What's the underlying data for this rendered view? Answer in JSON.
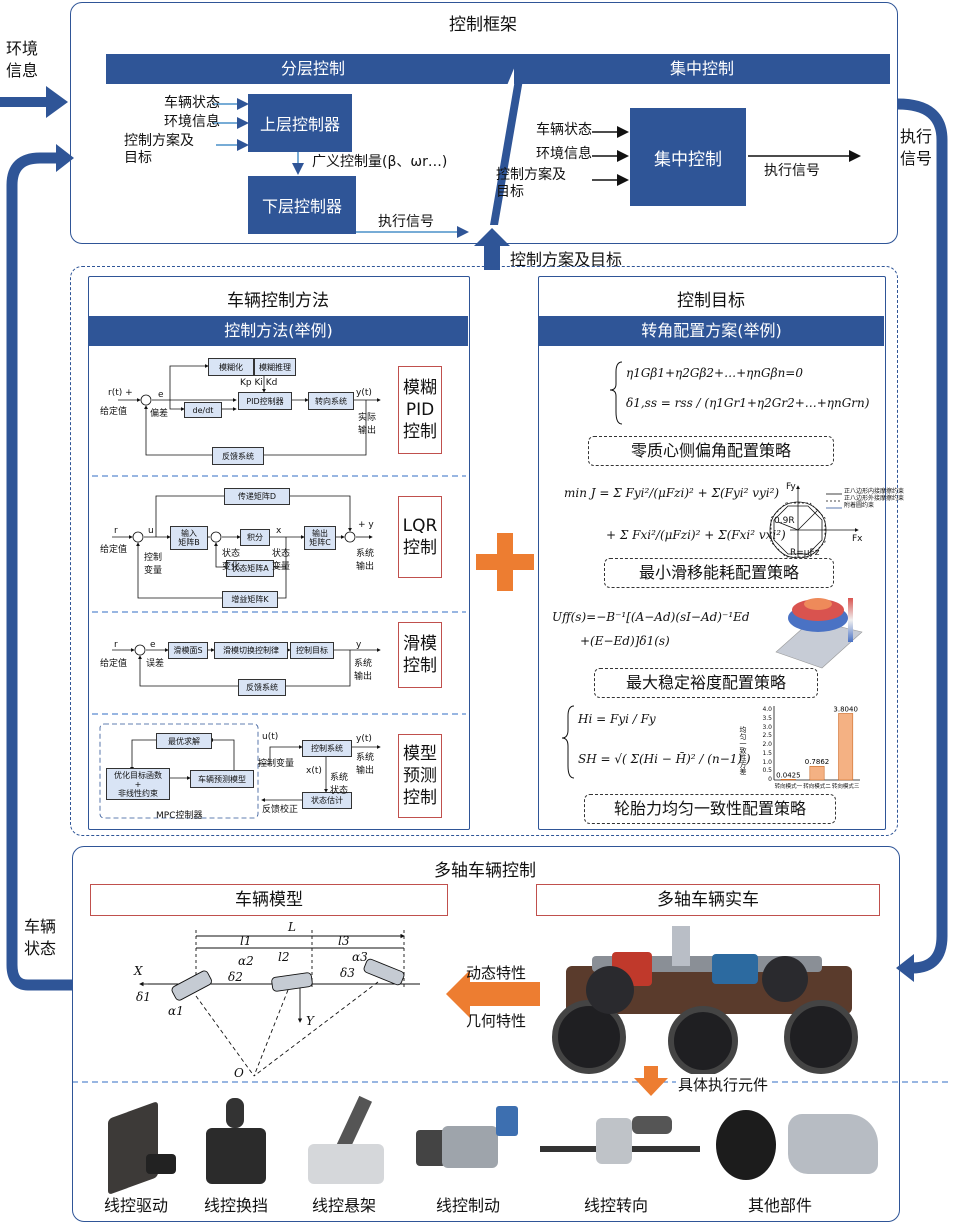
{
  "side": {
    "env_info": "环境\n信息",
    "exec_signal": "执行\n信号",
    "vehicle_state": "车辆\n状态"
  },
  "framework": {
    "title": "控制框架",
    "layered": {
      "banner": "分层控制",
      "inputs": [
        "车辆状态",
        "环境信息",
        "控制方案及\n目标"
      ],
      "upper": "上层控制器",
      "generalized": "广义控制量(β、ωr…)",
      "lower": "下层控制器",
      "output": "执行信号"
    },
    "central": {
      "banner": "集中控制",
      "inputs": [
        "车辆状态",
        "环境信息",
        "控制方案及\n目标"
      ],
      "box": "集中控制",
      "output": "执行信号"
    },
    "plan_arrow": "控制方案及目标"
  },
  "methods": {
    "title": "车辆控制方法",
    "banner": "控制方法(举例)",
    "rows": [
      {
        "label": "模糊\nPID\n控制",
        "blocks": [
          "模糊化",
          "模糊推理",
          "de/dt",
          "PID控制器",
          "转向系统",
          "反馈系统"
        ],
        "texts": [
          "r(t) +",
          "给定值",
          "e",
          "偏差",
          "Kp Ki Kd",
          "y(t)",
          "实际\n输出"
        ]
      },
      {
        "label": "LQR\n控制",
        "blocks": [
          "传递矩阵D",
          "输入\n矩阵B",
          "积分",
          "输出\n矩阵C",
          "状态矩阵A",
          "增益矩阵K"
        ],
        "texts": [
          "r",
          "给定值",
          "u",
          "控制\n变量",
          "状态\n变化",
          "x",
          "状态\n变量",
          "+ y",
          "系统\n输出"
        ]
      },
      {
        "label": "滑模\n控制",
        "blocks": [
          "滑模面S",
          "滑模切换控制律",
          "控制目标",
          "反馈系统"
        ],
        "texts": [
          "r",
          "给定值",
          "e",
          "误差",
          "y",
          "系统\n输出"
        ]
      },
      {
        "label": "模型\n预测\n控制",
        "blocks": [
          "最优求解",
          "优化目标函数\n+\n非线性约束",
          "车辆预测模型",
          "控制系统",
          "状态估计"
        ],
        "texts": [
          "u(t)",
          "控制变量",
          "y(t)",
          "系统\n输出",
          "x(t)",
          "系统\n状态",
          "反馈校正",
          "MPC控制器"
        ]
      }
    ]
  },
  "targets": {
    "title": "控制目标",
    "banner": "转角配置方案(举例)",
    "strategies": [
      "零质心侧偏角配置策略",
      "最小滑移能耗配置策略",
      "最大稳定裕度配置策略",
      "轮胎力均匀一致性配置策略"
    ],
    "eq1": [
      "η1Gβ1+η2Gβ2+…+ηnGβn=0",
      "δ1,ss = rss / (η1Gr1+η2Gr2+…+ηnGrn)"
    ],
    "eq2": [
      "min J = Σ Fyi²/(μFzi)² + Σ(Fyi² vyi²)",
      "+ Σ Fxi²/(μFzi)² + Σ(Fxi² vxi²)"
    ],
    "eq3": [
      "Uff(s)=−B⁻¹[(A−Ad)(sI−Ad)⁻¹Ed",
      "+(E−Ed)]δ1(s)"
    ],
    "eq4": [
      "Hi = Fyi / Fy",
      "SH = √( Σ(Hi − H̄)² / (n−1) )"
    ],
    "friction_legend": [
      "正八边形内接摩擦约束",
      "正八边形外接摩擦约束",
      "附着圆约束"
    ],
    "friction_labels": [
      "Fy",
      "Fx",
      "0.9R",
      "R=μFz"
    ]
  },
  "mini_bar": {
    "ylabel": "均匀一致性方差",
    "yticks": [
      "0",
      "0.5",
      "1.0",
      "1.5",
      "2.0",
      "2.5",
      "3.0",
      "3.5",
      "4.0"
    ],
    "ymax": 4.0,
    "color": "#f4b183",
    "categories": [
      "转向模式一",
      "转向模式二",
      "转向模式三"
    ],
    "values": [
      0.0425,
      0.7862,
      3.804
    ],
    "value_labels": [
      "0.0425",
      "0.7862",
      "3.8040"
    ]
  },
  "multi": {
    "title": "多轴车辆控制",
    "model_title": "车辆模型",
    "real_title": "多轴车辆实车",
    "dynamic": "动态特性",
    "geometric": "几何特性",
    "exec_elements": "具体执行元件",
    "model_labels": [
      "L",
      "l1",
      "l2",
      "l3",
      "X",
      "Y",
      "O",
      "δ1",
      "α1",
      "α2",
      "δ2",
      "α3",
      "δ3"
    ]
  },
  "components": [
    "线控驱动",
    "线控换挡",
    "线控悬架",
    "线控制动",
    "线控转向",
    "其他部件"
  ],
  "colors": {
    "blue": "#2f5597",
    "red_border": "#c0504d",
    "orange": "#ed7d31"
  }
}
